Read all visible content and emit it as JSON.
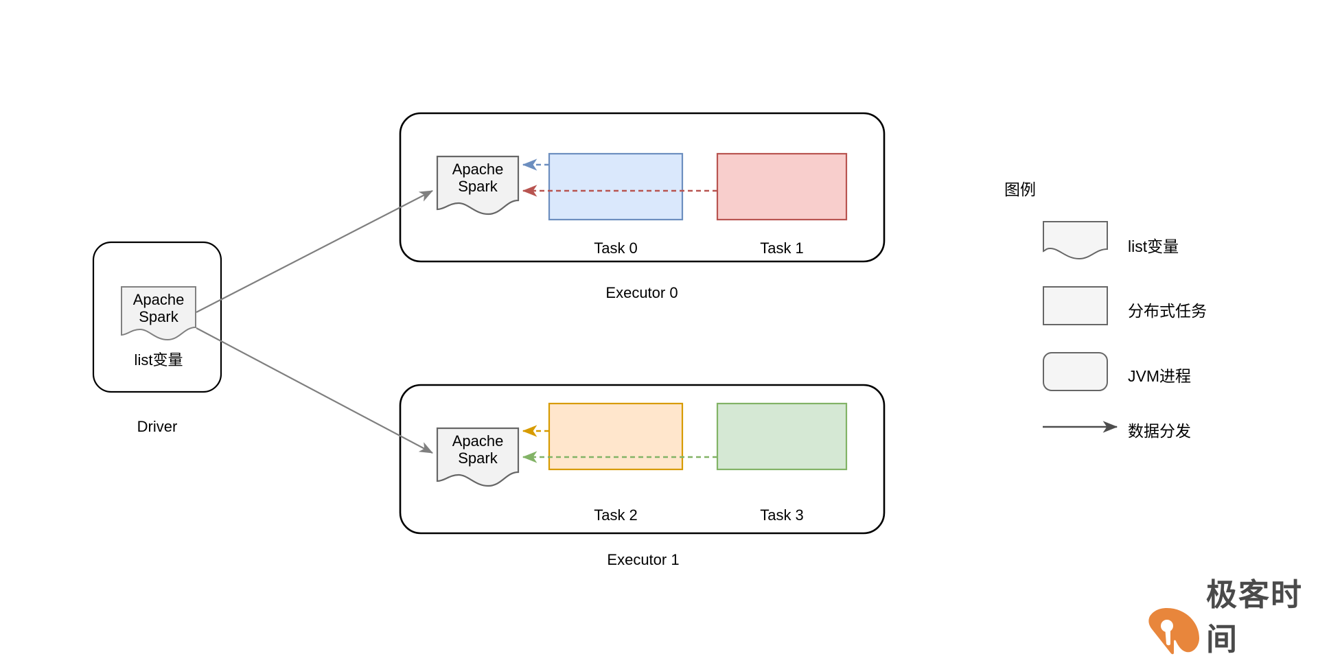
{
  "diagram": {
    "title_hidden": "",
    "driver": {
      "label": "Driver",
      "spark_line1": "Apache",
      "spark_line2": "Spark",
      "variable_label": "list变量"
    },
    "executors": [
      {
        "label": "Executor 0",
        "spark_line1": "Apache",
        "spark_line2": "Spark",
        "tasks": [
          {
            "label": "Task 0",
            "fill": "#dae8fc",
            "stroke": "#6c8ebf"
          },
          {
            "label": "Task 1",
            "fill": "#f8cecc",
            "stroke": "#b85450"
          }
        ]
      },
      {
        "label": "Executor 1",
        "spark_line1": "Apache",
        "spark_line2": "Spark",
        "tasks": [
          {
            "label": "Task 2",
            "fill": "#ffe6cc",
            "stroke": "#d79b00"
          },
          {
            "label": "Task 3",
            "fill": "#d5e8d4",
            "stroke": "#82b366"
          }
        ]
      }
    ]
  },
  "legend": {
    "title": "图例",
    "items": [
      {
        "label": "list变量",
        "shape": "wave-document",
        "fill": "#f5f5f5",
        "stroke": "#666666"
      },
      {
        "label": "分布式任务",
        "shape": "rectangle",
        "fill": "#f5f5f5",
        "stroke": "#666666"
      },
      {
        "label": "JVM进程",
        "shape": "rounded-rectangle",
        "fill": "#f5f5f5",
        "stroke": "#666666"
      },
      {
        "label": "数据分发",
        "shape": "arrow",
        "fill": "none",
        "stroke": "#4d4d4d"
      }
    ]
  },
  "watermark": {
    "text": "极客时间",
    "logo_color": "#e8863c"
  },
  "colors": {
    "background": "#ffffff",
    "outline": "#000000",
    "shape_fill": "#f5f5f5",
    "shape_stroke": "#666666",
    "connector": "#7f7f7f"
  }
}
